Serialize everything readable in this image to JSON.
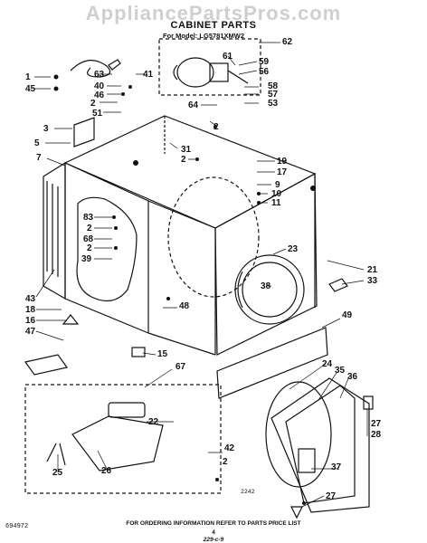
{
  "watermark": "AppliancePartsPros.com",
  "header": {
    "title": "CABINET PARTS",
    "model": "For Model: LG5781XMW2"
  },
  "labels": {
    "l1": "1",
    "l45": "45",
    "l63": "63",
    "l41": "41",
    "l40": "40",
    "l46": "46",
    "l2a": "2",
    "l51": "51",
    "l3": "3",
    "l5": "5",
    "l7": "7",
    "l62": "62",
    "l61": "61",
    "l59": "59",
    "l56": "56",
    "l58": "58",
    "l57": "57",
    "l53": "53",
    "l64": "64",
    "l2b": "2",
    "l31": "31",
    "l2c": "2",
    "l19": "19",
    "l17": "17",
    "l9": "9",
    "l10": "10",
    "l11": "11",
    "l83": "83",
    "l2d": "2",
    "l68": "68",
    "l2e": "2",
    "l39": "39",
    "l23": "23",
    "l38": "38",
    "l21": "21",
    "l33": "33",
    "l43": "43",
    "l18": "18",
    "l16": "16",
    "l47": "47",
    "l48": "48",
    "l49": "49",
    "l15": "15",
    "l67": "67",
    "l24": "24",
    "l35": "35",
    "l36": "36",
    "l22": "22",
    "l26": "26",
    "l25": "25",
    "l2f": "2",
    "l42": "42",
    "l37": "37",
    "l27a": "27",
    "l28": "28",
    "l27b": "27"
  },
  "small_text": {
    "code": "2242"
  },
  "footer": {
    "left_code": "694972",
    "note": "FOR ORDERING INFORMATION REFER TO PARTS PRICE LIST",
    "page": "4",
    "doc": "229-c-9"
  }
}
